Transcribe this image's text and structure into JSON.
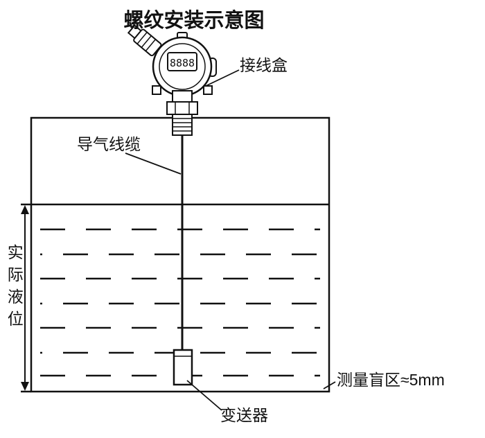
{
  "diagram": {
    "title": "螺纹安装示意图",
    "device": {
      "display_value": "8888"
    },
    "labels": {
      "junction_box": "接线盒",
      "air_cable": "导气线缆",
      "actual_level": "实际液位",
      "blind_zone": "测量盲区≈5mm",
      "transmitter": "变送器"
    },
    "colors": {
      "line": "#111111",
      "background": "#ffffff"
    }
  }
}
